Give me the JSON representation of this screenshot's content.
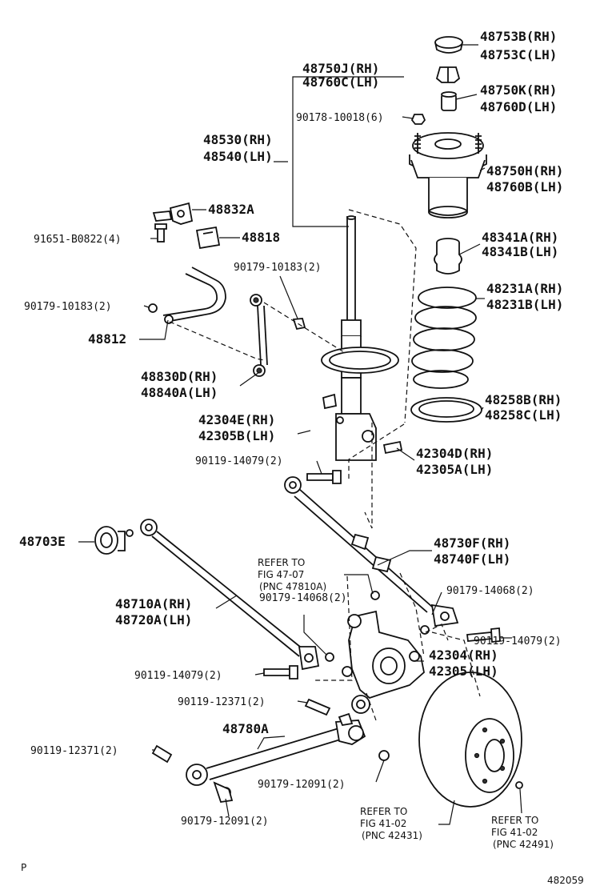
{
  "parts": {
    "p48753": [
      "48753B(RH)",
      "48753C(LH)"
    ],
    "p48750j": [
      "48750J(RH)",
      "48760C(LH)"
    ],
    "p48750k": [
      "48750K(RH)",
      "48760D(LH)"
    ],
    "p90178": "90178-10018(6)",
    "p48530": [
      "48530(RH)",
      "48540(LH)"
    ],
    "p48750h": [
      "48750H(RH)",
      "48760B(LH)"
    ],
    "p48832a": "48832A",
    "p91651": "91651-B0822(4)",
    "p48818": "48818",
    "p48341": [
      "48341A(RH)",
      "48341B(LH)"
    ],
    "p90179_10183_a": "90179-10183(2)",
    "p48231": [
      "48231A(RH)",
      "48231B(LH)"
    ],
    "p90179_10183_b": "90179-10183(2)",
    "p48812": "48812",
    "p48830": [
      "48830D(RH)",
      "48840A(LH)"
    ],
    "p48258": [
      "48258B(RH)",
      "48258C(LH)"
    ],
    "p42304e": [
      "42304E(RH)",
      "42305B(LH)"
    ],
    "p42304d": [
      "42304D(RH)",
      "42305A(LH)"
    ],
    "p90119_14079_a": "90119-14079(2)",
    "p48703e": "48703E",
    "p48730f": [
      "48730F(RH)",
      "48740F(LH)"
    ],
    "p90179_14068_a": "90179-14068(2)",
    "p90179_14068_b": "90179-14068(2)",
    "p48710a": [
      "48710A(RH)",
      "48720A(LH)"
    ],
    "p90119_14079_b": "90119-14079(2)",
    "p42304": [
      "42304(RH)",
      "42305(LH)"
    ],
    "p90119_14079_c": "90119-14079(2)",
    "p90119_12371_a": "90119-12371(2)",
    "p48780a": "48780A",
    "p90119_12371_b": "90119-12371(2)",
    "p90179_12091_a": "90179-12091(2)",
    "p90179_12091_b": "90179-12091(2)"
  },
  "refs": {
    "fig4707": [
      "REFER TO",
      "FIG 47-07",
      "(PNC 47810A)"
    ],
    "fig4102_a": [
      "REFER TO",
      "FIG 41-02",
      "(PNC 42431)"
    ],
    "fig4102_b": [
      "REFER TO",
      "FIG 41-02",
      "(PNC 42491)"
    ]
  },
  "footer": {
    "corner_mark": "P",
    "diagram_number": "482059"
  }
}
